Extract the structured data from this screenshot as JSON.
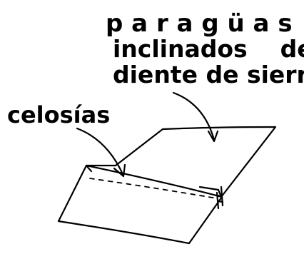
{
  "labels": {
    "title_line1": "p a r a g ü a s",
    "title_line2": "inclinados    de",
    "title_line3": "diente de sierra",
    "celosias": "celosías"
  },
  "colors": {
    "ink": "#000000",
    "background": "#ffffff"
  }
}
